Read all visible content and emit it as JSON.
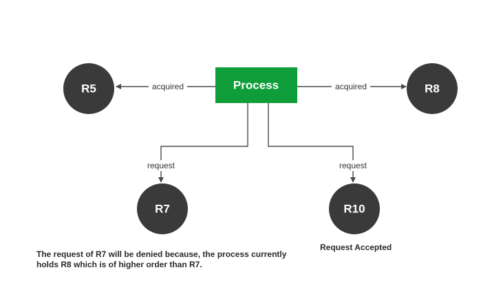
{
  "process": {
    "label": "Process",
    "color": "#0f9d3a"
  },
  "nodes": {
    "r5": "R5",
    "r8": "R8",
    "r7": "R7",
    "r10": "R10",
    "color": "#3a3a3a"
  },
  "edges": {
    "to_r5": "acquired",
    "to_r8": "acquired",
    "to_r7": "request",
    "to_r10": "request"
  },
  "notes": {
    "denied": "The request of R7 will be denied because, the process currently holds R8 which is of higher order than R7.",
    "accepted": "Request Accepted"
  }
}
